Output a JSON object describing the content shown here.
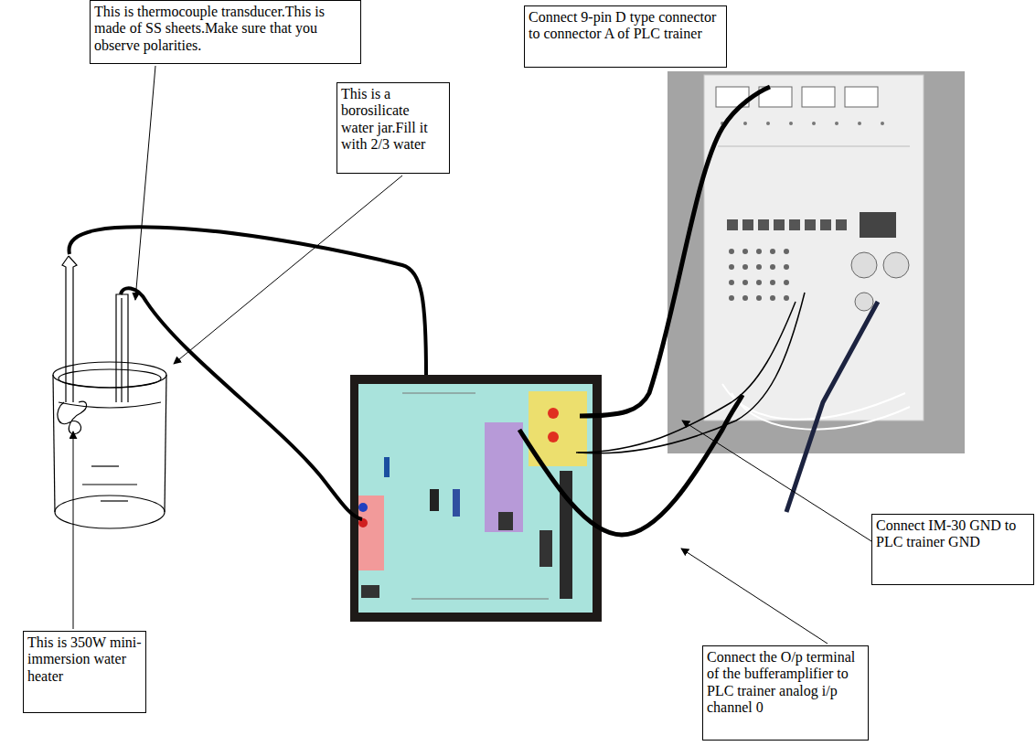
{
  "diagram": {
    "nodes": [
      {
        "text": [
          "This is thermocouple transducer.This is made of SS sheets.Make sure that you observe polarities."
        ]
      },
      {
        "text": [
          "Connect 9-pin D type connector to connector A of PLC trainer"
        ]
      },
      {
        "text": [
          "This is a borosilicate water jar.Fill it with 2/3 water"
        ]
      },
      {
        "text": [
          "Connect IM-30 GND to PLC trainer GND"
        ]
      },
      {
        "text": [
          "This is 350W mini-immersion water heater"
        ]
      },
      {
        "text": [
          "Connect the O/p terminal of the bufferamplifier to PLC trainer analog i/p channel 0"
        ]
      }
    ]
  }
}
